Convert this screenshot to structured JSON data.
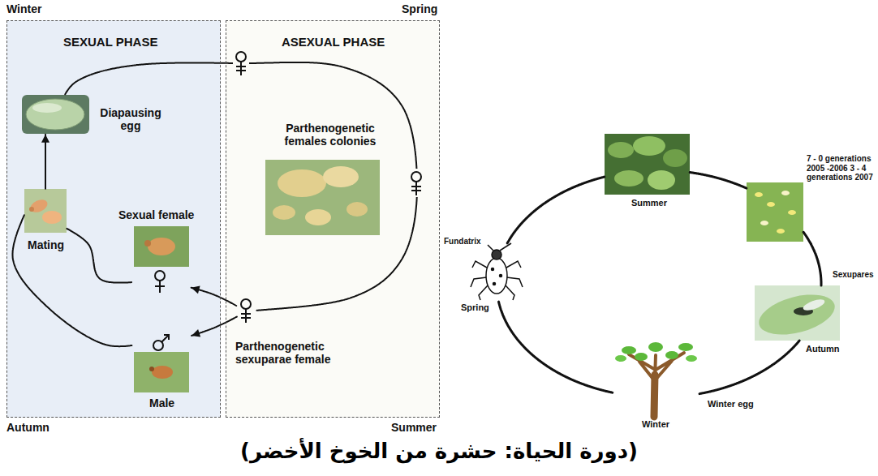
{
  "diagram": {
    "caption": "(دورة الحياة: حشرة من الخوخ الأخضر)",
    "nodes": [
      {
        "text": [
          "SEXUAL PHASE"
        ]
      },
      {
        "text": [
          "ASEXUAL PHASE"
        ]
      },
      {
        "text": [
          "Diapausing egg"
        ],
        "in": 0
      },
      {
        "text": [
          "Mating"
        ],
        "in": 0
      },
      {
        "text": [
          "Sexual female"
        ],
        "in": 0
      },
      {
        "text": [
          "Male"
        ],
        "in": 0
      },
      {
        "text": [
          "Parthenogenetic females colonies"
        ],
        "in": 1
      },
      {
        "text": [
          "Parthenogenetic sexuparae female"
        ],
        "in": 1
      },
      {
        "text": [
          "Summer"
        ]
      },
      {
        "text": [
          "7 - 0 generations 2005 -2006 3 - 4 generations 2007"
        ]
      },
      {
        "text": [
          "Autumn"
        ]
      },
      {
        "text": [
          "Winter"
        ]
      },
      {
        "text": [
          "Fundatrix",
          "Spring"
        ]
      }
    ],
    "edges": [
      {
        "from": 3,
        "to": 2,
        "arrow": "to"
      },
      {
        "from": 2,
        "to": 7,
        "arrow": "none"
      },
      {
        "from": 7,
        "to": 4,
        "arrow": "to"
      },
      {
        "from": 7,
        "to": 5,
        "arrow": "to"
      },
      {
        "from": 4,
        "to": 3,
        "arrow": "none"
      },
      {
        "from": 5,
        "to": 3,
        "arrow": "none"
      },
      {
        "from": 12,
        "to": 8,
        "arrow": "none"
      },
      {
        "from": 8,
        "to": 9,
        "arrow": "none"
      },
      {
        "from": 9,
        "to": 10,
        "arrow": "none"
      },
      {
        "from": 10,
        "to": 11,
        "arrow": "none"
      },
      {
        "from": 11,
        "to": 12,
        "arrow": "none"
      }
    ],
    "labels": [
      "Winter",
      "Spring",
      "Autumn",
      "Summer",
      "Sexupares",
      "Winter egg"
    ]
  }
}
